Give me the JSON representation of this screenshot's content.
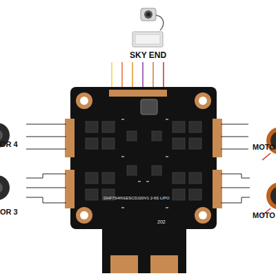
{
  "diagram": {
    "labels": [
      "SKY END",
      "OR 4",
      "OR 3",
      "MOTO",
      "MOTO",
      "DHF7S4IN1ESCDJ20V1 2-6S LIPO",
      "202"
    ]
  }
}
